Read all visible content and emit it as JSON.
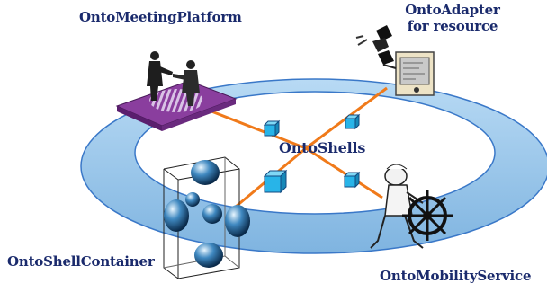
{
  "labels": {
    "platform": "OntoMeetingPlatform",
    "adapter_line1": "OntoAdapter",
    "adapter_line2": "for resource",
    "shells": "OntoShells",
    "container": "OntoShellContainer",
    "mobility": "OntoMobilityService"
  },
  "colors": {
    "ring_fill": "#9ec8ec",
    "ring_stroke": "#3a78c8",
    "connector": "#f07a1a",
    "shell_cube": "#28b4e8",
    "label_text": "#1a2a6c",
    "platform_fill": "#8a3e9e"
  },
  "icons": {
    "platform": "handshake-platform-icon",
    "adapter": "plug-adapter-icon",
    "container": "sphere-cube-container-icon",
    "mobility": "ship-wheel-captain-icon",
    "shell": "cube-icon"
  }
}
